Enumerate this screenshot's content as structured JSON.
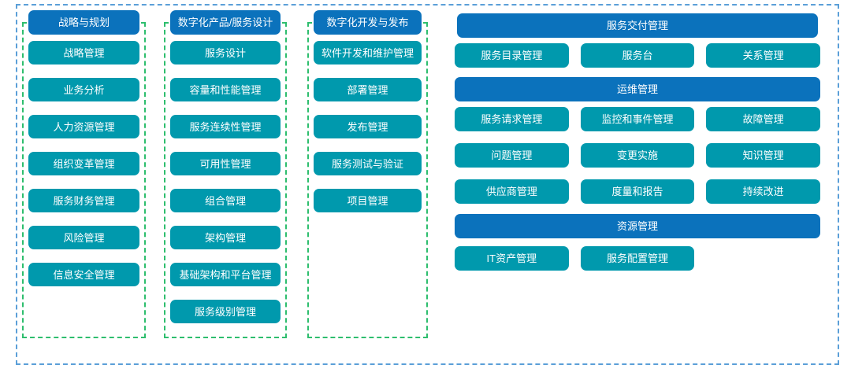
{
  "diagram": {
    "columns": [
      {
        "header": "战略与规划",
        "items": [
          "战略管理",
          "业务分析",
          "人力资源管理",
          "组织变革管理",
          "服务财务管理",
          "风险管理",
          "信息安全管理"
        ]
      },
      {
        "header": "数字化产品/服务设计",
        "items": [
          "服务设计",
          "容量和性能管理",
          "服务连续性管理",
          "可用性管理",
          "组合管理",
          "架构管理",
          "基础架构和平台管理",
          "服务级别管理"
        ]
      },
      {
        "header": "数字化开发与发布",
        "items": [
          "软件开发和维护管理",
          "部署管理",
          "发布管理",
          "服务测试与验证",
          "项目管理"
        ]
      }
    ],
    "sections": [
      {
        "header": "服务交付管理",
        "items": [
          "服务目录管理",
          "服务台",
          "关系管理"
        ]
      },
      {
        "header": "运维管理",
        "items": [
          "服务请求管理",
          "监控和事件管理",
          "故障管理",
          "问题管理",
          "变更实施",
          "知识管理",
          "供应商管理",
          "度量和报告",
          "持续改进"
        ]
      },
      {
        "header": "资源管理",
        "items": [
          "IT资产管理",
          "服务配置管理"
        ]
      }
    ],
    "colors": {
      "header_blue": "#0b72bc",
      "item_teal": "#0099ad",
      "outer_dashed_border": "#5b9fd8",
      "column_dashed_border": "#2ebe6e",
      "box_text": "#ffffff"
    }
  }
}
